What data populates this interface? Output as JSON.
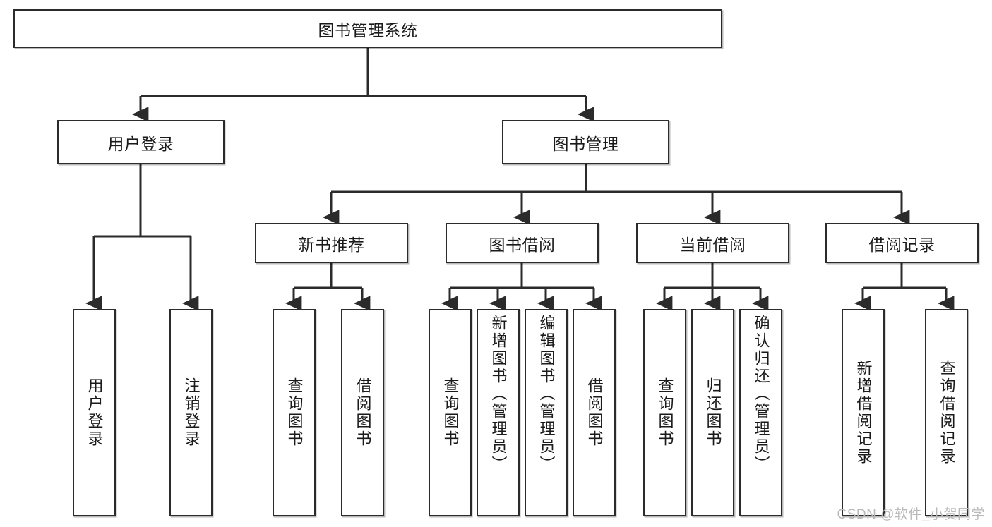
{
  "diagram": {
    "type": "tree",
    "title": "图书管理系统",
    "watermark": "CSDN @软件_小贺同学",
    "colors": {
      "box_border": "#2b2b2b",
      "box_fill": "#ffffff",
      "edge": "#2b2b2b",
      "text": "#1a1a1a",
      "watermark": "#b9b9b9"
    },
    "root": {
      "label": "图书管理系统"
    },
    "level2": [
      {
        "label": "用户登录"
      },
      {
        "label": "图书管理"
      }
    ],
    "level3": [
      {
        "label": "新书推荐"
      },
      {
        "label": "图书借阅"
      },
      {
        "label": "当前借阅"
      },
      {
        "label": "借阅记录"
      }
    ],
    "leaves": {
      "user_login": [
        {
          "label": "用户登录"
        },
        {
          "label": "注销登录"
        }
      ],
      "new_book_recommend": [
        {
          "label": "查询图书"
        },
        {
          "label": "借阅图书"
        }
      ],
      "book_borrow": [
        {
          "label": "查询图书"
        },
        {
          "label": "新增图书（管理员）"
        },
        {
          "label": "编辑图书（管理员）"
        },
        {
          "label": "借阅图书"
        }
      ],
      "current_borrow": [
        {
          "label": "查询图书"
        },
        {
          "label": "归还图书"
        },
        {
          "label": "确认归还（管理员）"
        }
      ],
      "borrow_record": [
        {
          "label": "新增借阅记录"
        },
        {
          "label": "查询借阅记录"
        }
      ]
    }
  }
}
